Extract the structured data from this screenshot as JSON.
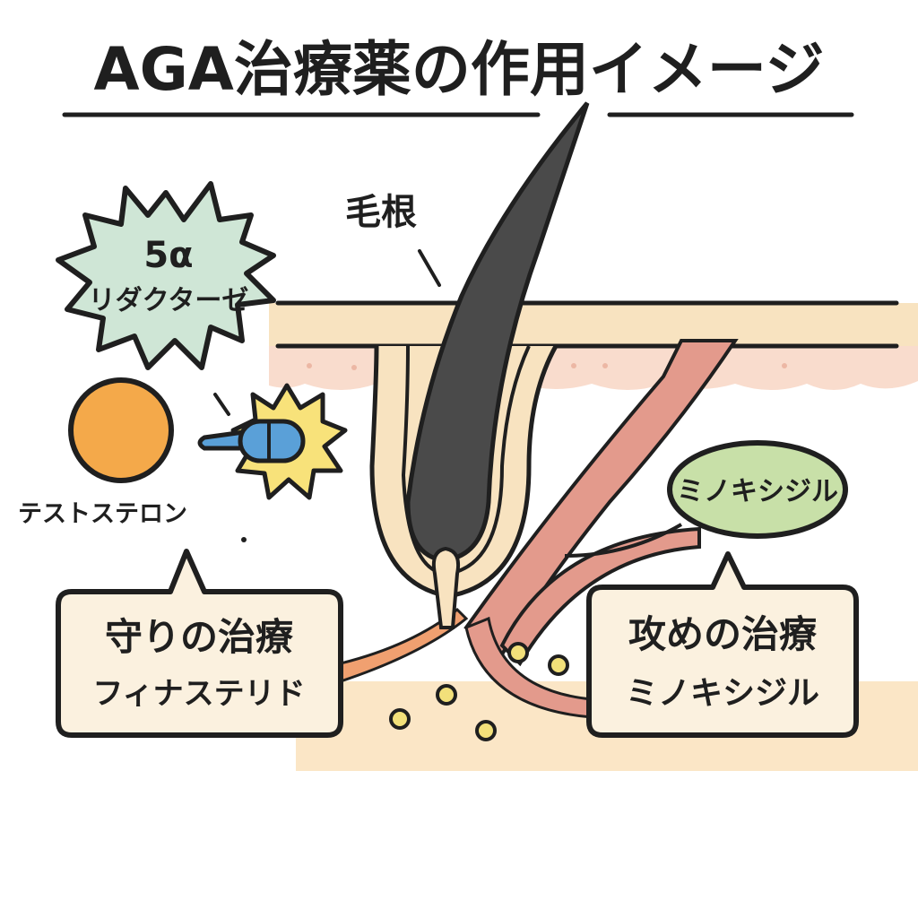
{
  "title": "AGA治療薬の作用イメージ",
  "labels": {
    "hair_root": "毛根",
    "enzyme_line1": "5α",
    "enzyme_line2": "リダクターゼ",
    "testosterone": "テストステロン",
    "minoxidil_tag": "ミノキシジル"
  },
  "callouts": {
    "defense": {
      "title": "守りの治療",
      "drug": "フィナステリド"
    },
    "offense": {
      "title": "攻めの治療",
      "drug": "ミノキシジル"
    }
  },
  "colors": {
    "outline": "#1f1f1f",
    "hair": "#4a4a4a",
    "enzyme_star": "#cfe6d6",
    "testosterone": "#f4a94a",
    "capsule": "#5aa0d8",
    "burst": "#f8e27a",
    "skin_top": "#f8e3c0",
    "skin_pink": "#f9dccd",
    "vessel": "#e39a8c",
    "minoxidil_tag": "#c8e0a8",
    "callout_bg": "#fbf1df",
    "dot": "#f2e07a"
  }
}
